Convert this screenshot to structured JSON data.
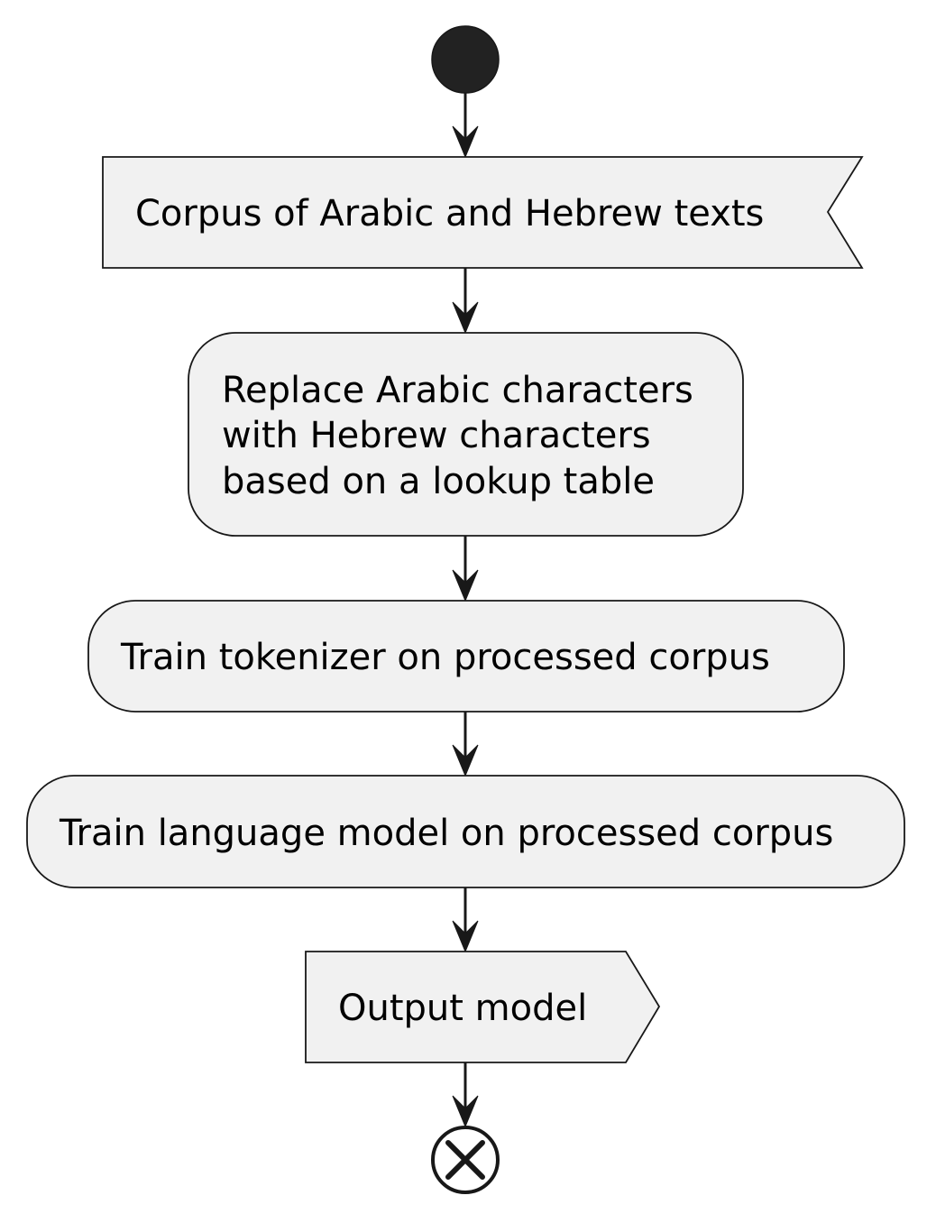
{
  "diagram": {
    "type": "activity",
    "colors": {
      "node_fill": "#f1f1f1",
      "stroke": "#181818",
      "start_fill": "#222222",
      "text": "#000000"
    },
    "nodes": [
      {
        "id": "start",
        "kind": "start"
      },
      {
        "id": "input",
        "kind": "input-receive",
        "lines": [
          "Corpus of Arabic and Hebrew texts"
        ]
      },
      {
        "id": "replace",
        "kind": "action",
        "lines": [
          "Replace Arabic characters",
          "with Hebrew characters",
          "based on a lookup table"
        ]
      },
      {
        "id": "tokenizer",
        "kind": "action",
        "lines": [
          "Train tokenizer on processed corpus"
        ]
      },
      {
        "id": "lm",
        "kind": "action",
        "lines": [
          "Train language model on processed corpus"
        ]
      },
      {
        "id": "output",
        "kind": "output-send",
        "lines": [
          "Output model"
        ]
      },
      {
        "id": "end",
        "kind": "end"
      }
    ],
    "edges": [
      {
        "from": "start",
        "to": "input"
      },
      {
        "from": "input",
        "to": "replace"
      },
      {
        "from": "replace",
        "to": "tokenizer"
      },
      {
        "from": "tokenizer",
        "to": "lm"
      },
      {
        "from": "lm",
        "to": "output"
      },
      {
        "from": "output",
        "to": "end"
      }
    ]
  }
}
